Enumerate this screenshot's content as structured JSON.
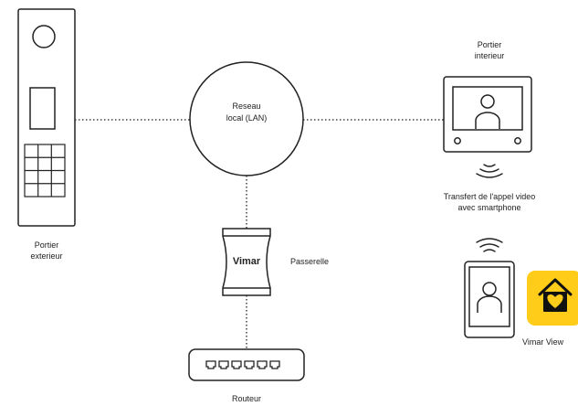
{
  "diagram": {
    "network": {
      "line1": "Reseau",
      "line2": "local (LAN)"
    },
    "outdoor_station": {
      "line1": "Portier",
      "line2": "exterieur"
    },
    "indoor_station": {
      "line1": "Portier",
      "line2": "interieur"
    },
    "gateway": {
      "brand": "Vimar",
      "label": "Passerelle"
    },
    "router": {
      "label": "Routeur"
    },
    "transfer": {
      "line1": "Transfert de l'appel video",
      "line2": "avec smartphone"
    },
    "app": {
      "label": "Vimar View",
      "accent": "#FFCC1A"
    },
    "colors": {
      "stroke": "#222222",
      "background": "#ffffff"
    }
  }
}
